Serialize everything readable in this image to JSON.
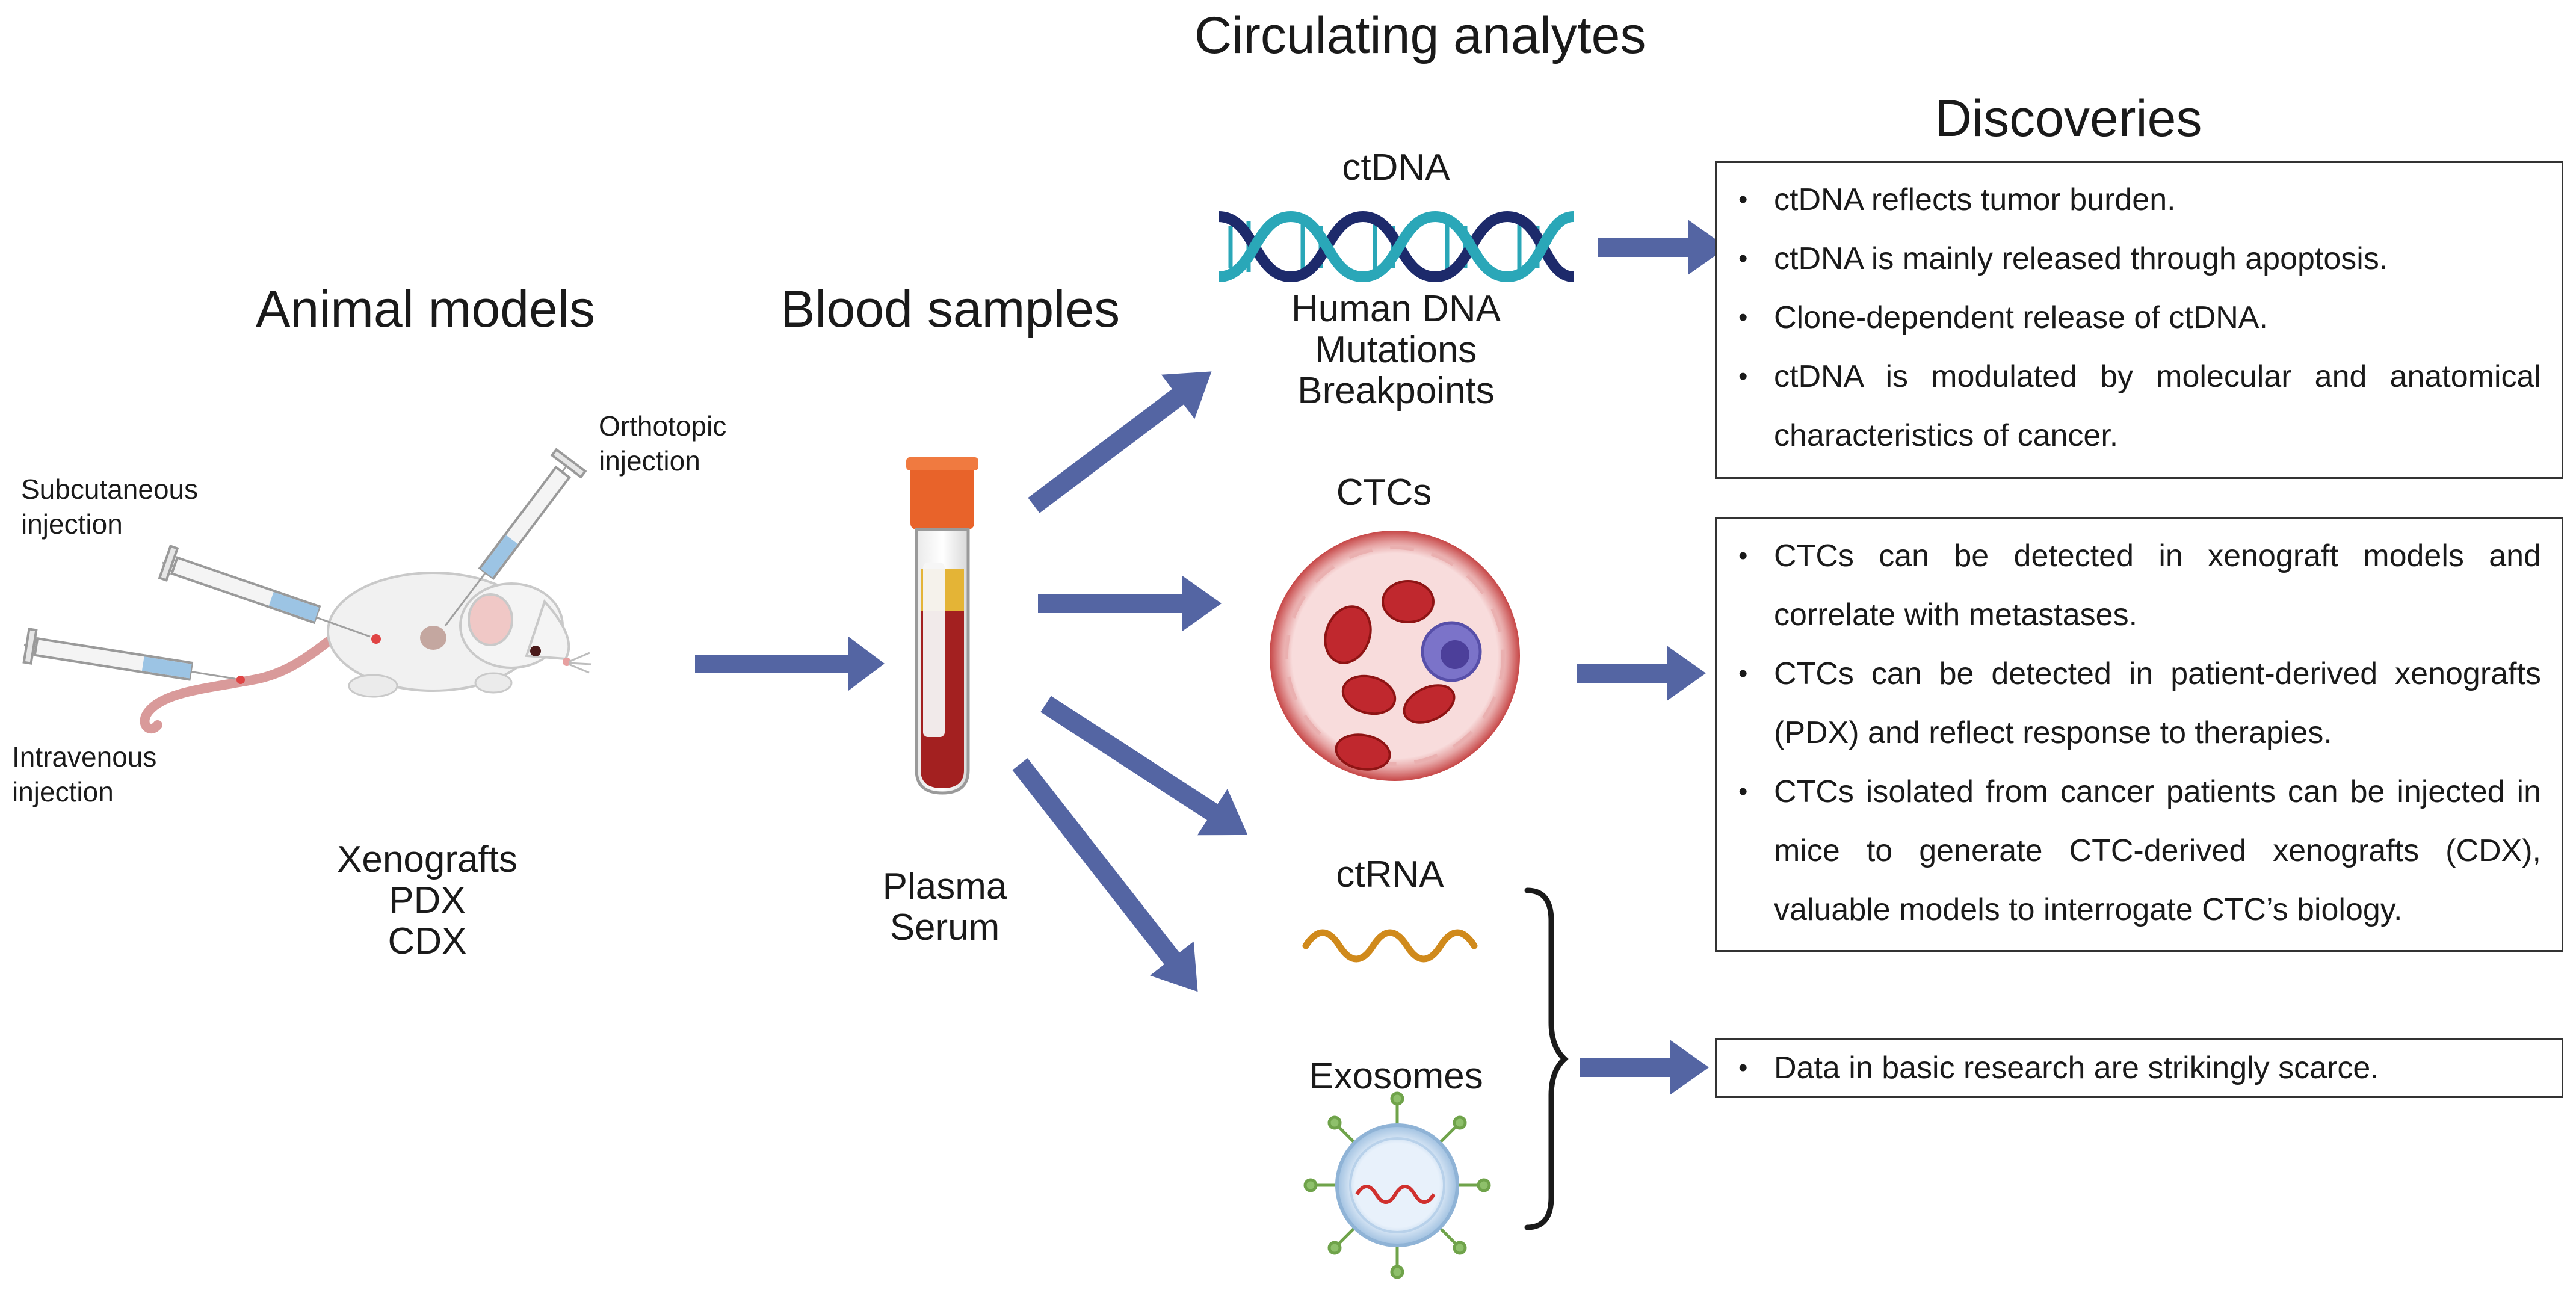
{
  "header": {
    "circulating": "Circulating analytes",
    "discoveries": "Discoveries",
    "animal_models": "Animal models",
    "blood_samples": "Blood samples"
  },
  "animal": {
    "orthotopic": [
      "Orthotopic",
      "injection"
    ],
    "subcutaneous": [
      "Subcutaneous",
      "injection"
    ],
    "intravenous": [
      "Intravenous",
      "injection"
    ],
    "models": [
      "Xenografts",
      "PDX",
      "CDX"
    ]
  },
  "blood": {
    "types": [
      "Plasma",
      "Serum"
    ]
  },
  "analytes": {
    "ctdna": {
      "title": "ctDNA",
      "details": [
        "Human DNA",
        "Mutations",
        "Breakpoints"
      ]
    },
    "ctcs": {
      "title": "CTCs"
    },
    "ctrna": {
      "title": "ctRNA"
    },
    "exosomes": {
      "title": "Exosomes"
    }
  },
  "discoveries": {
    "ctdna": [
      "ctDNA reflects tumor burden.",
      "ctDNA is mainly released through apoptosis.",
      "Clone-dependent release of ctDNA.",
      "ctDNA is modulated by molecular and anatomical characteristics of cancer."
    ],
    "ctcs": [
      "CTCs can be detected in xenograft models and correlate with metastases.",
      "CTCs can be detected in patient-derived xenografts (PDX) and reflect response to therapies.",
      "CTCs isolated from cancer patients can be injected in mice to generate CTC-derived xenografts (CDX), valuable models to interrogate CTC’s biology."
    ],
    "other": [
      "Data in basic research are strikingly scarce."
    ]
  },
  "colors": {
    "arrow": "#5465a3",
    "dna_dark": "#1d2a6b",
    "dna_light": "#2aa7b8",
    "tube_cap": "#e8632a",
    "blood": "#a32020",
    "rbc": "#c0282e",
    "rna": "#d08a1c",
    "exosome_spike": "#6fa34a"
  }
}
